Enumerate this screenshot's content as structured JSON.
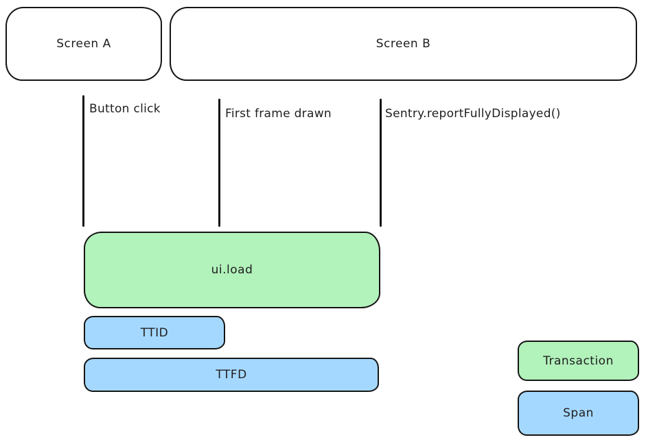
{
  "screens": {
    "screen_a": "Screen A",
    "screen_b": "Screen B"
  },
  "events": [
    {
      "label": "Button click"
    },
    {
      "label": "First frame drawn"
    },
    {
      "label": "Sentry.reportFullyDisplayed()"
    }
  ],
  "bars": {
    "ui_load": "ui.load",
    "ttid": "TTID",
    "ttfd": "TTFD"
  },
  "legend": {
    "transaction": "Transaction",
    "span": "Span"
  },
  "colors": {
    "transaction_fill": "#b2f2bb",
    "span_fill": "#a5d8ff",
    "stroke": "#141414",
    "background": "#ffffff"
  }
}
